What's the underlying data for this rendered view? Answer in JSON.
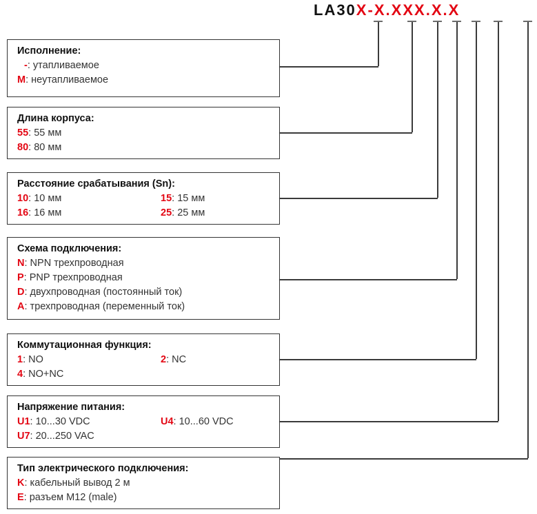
{
  "part_code": {
    "prefix": "LA30",
    "segments": [
      "X",
      "-",
      "X",
      ".",
      "X",
      "X",
      "X",
      ".",
      "X",
      ".",
      "X"
    ],
    "full": "LA30X-X.XXX.X.X",
    "red_color": "#e30613",
    "text_color": "#111111"
  },
  "boxes": [
    {
      "id": "execution",
      "title": "Исполнение:",
      "rows": [
        [
          {
            "key": "-",
            "sep": ":",
            "val": "утапливаемое",
            "indent": true
          }
        ],
        [
          {
            "key": "M",
            "sep": ":",
            "val": "неутапливаемое",
            "indent": false
          }
        ]
      ]
    },
    {
      "id": "body-length",
      "title": "Длина корпуса:",
      "rows": [
        [
          {
            "key": "55",
            "sep": ":",
            "val": "55 мм",
            "indent": false
          }
        ],
        [
          {
            "key": "80",
            "sep": ":",
            "val": "80 мм",
            "indent": false
          }
        ]
      ]
    },
    {
      "id": "sensing-distance",
      "title": "Расстояние срабатывания (Sn):",
      "rows": [
        [
          {
            "key": "10",
            "sep": ":",
            "val": "10 мм",
            "indent": false
          },
          {
            "key": "15",
            "sep": ":",
            "val": "15 мм",
            "indent": false
          }
        ],
        [
          {
            "key": "16",
            "sep": ":",
            "val": "16 мм",
            "indent": false
          },
          {
            "key": "25",
            "sep": ":",
            "val": "25 мм",
            "indent": false
          }
        ]
      ]
    },
    {
      "id": "wiring-scheme",
      "title": "Схема подключения:",
      "rows": [
        [
          {
            "key": "N",
            "sep": ":",
            "val": "NPN трехпроводная",
            "indent": false
          }
        ],
        [
          {
            "key": "P",
            "sep": ":",
            "val": "PNP трехпроводная",
            "indent": false
          }
        ],
        [
          {
            "key": "D",
            "sep": ":",
            "val": "двухпроводная (постоянный ток)",
            "indent": false
          }
        ],
        [
          {
            "key": "A",
            "sep": ":",
            "val": "трехпроводная (переменный ток)",
            "indent": false
          }
        ]
      ]
    },
    {
      "id": "switching-function",
      "title": "Коммутационная функция:",
      "rows": [
        [
          {
            "key": "1",
            "sep": ":",
            "val": "NO",
            "indent": false
          },
          {
            "key": "2",
            "sep": ":",
            "val": "NC",
            "indent": false
          }
        ],
        [
          {
            "key": "4",
            "sep": ":",
            "val": "NO+NC",
            "indent": false
          }
        ]
      ]
    },
    {
      "id": "supply-voltage",
      "title": "Напряжение питания:",
      "rows": [
        [
          {
            "key": "U1",
            "sep": ":",
            "val": "10...30 VDC",
            "indent": false
          },
          {
            "key": "U4",
            "sep": ":",
            "val": "10...60 VDC",
            "indent": false
          }
        ],
        [
          {
            "key": "U7",
            "sep": ":",
            "val": "20...250 VAC",
            "indent": false
          }
        ]
      ]
    },
    {
      "id": "connection-type",
      "title": "Тип электрического подключения:",
      "rows": [
        [
          {
            "key": "K",
            "sep": ":",
            "val": "кабельный вывод 2 м",
            "indent": false
          }
        ],
        [
          {
            "key": "E",
            "sep": ":",
            "val": "разъем M12 (male)",
            "indent": false
          }
        ]
      ]
    }
  ]
}
